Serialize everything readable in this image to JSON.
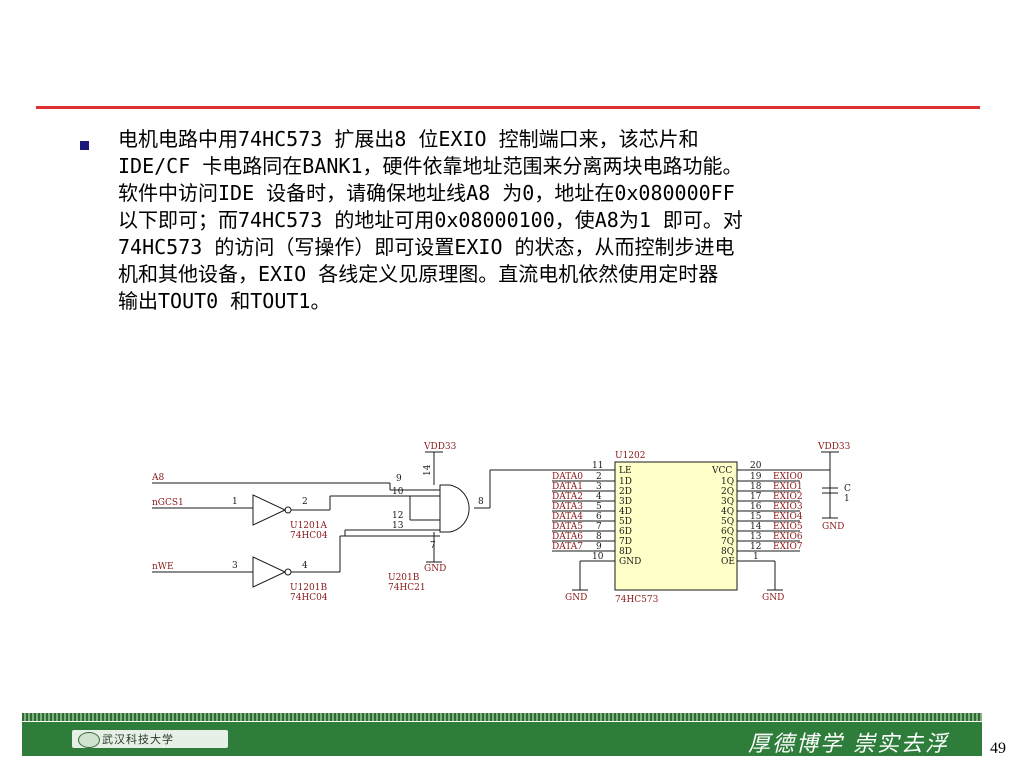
{
  "body": {
    "text": "电机电路中用74HC573 扩展出8 位EXIO 控制端口来，该芯片和\nIDE/CF 卡电路同在BANK1，硬件依靠地址范围来分离两块电路功能。\n软件中访问IDE 设备时，请确保地址线A8 为0，地址在0x080000FF\n以下即可；而74HC573 的地址可用0x08000100，使A8为1 即可。对\n74HC573 的访问（写操作）即可设置EXIO 的状态，从而控制步进电\n机和其他设备，EXIO 各线定义见原理图。直流电机依然使用定时器\n输出TOUT0 和TOUT1。"
  },
  "schematic": {
    "inputs": [
      "A8",
      "nGCS1",
      "nWE"
    ],
    "vdd": "VDD33",
    "gnd": "GND",
    "u1202_label": "U1202",
    "u1202_part": "74HC573",
    "u1202_left_pins": [
      "LE",
      "1D",
      "2D",
      "3D",
      "4D",
      "5D",
      "6D",
      "7D",
      "8D",
      "GND"
    ],
    "u1202_left_nums": [
      "11",
      "2",
      "3",
      "4",
      "5",
      "6",
      "7",
      "8",
      "9",
      "10"
    ],
    "u1202_right_pins": [
      "VCC",
      "1Q",
      "2Q",
      "3Q",
      "4Q",
      "5Q",
      "6Q",
      "7Q",
      "8Q",
      "OE"
    ],
    "u1202_right_nums": [
      "20",
      "19",
      "18",
      "17",
      "16",
      "15",
      "14",
      "13",
      "12",
      "1"
    ],
    "data_nets": [
      "DATA0",
      "DATA1",
      "DATA2",
      "DATA3",
      "DATA4",
      "DATA5",
      "DATA6",
      "DATA7"
    ],
    "exio_nets": [
      "EXIO0",
      "EXIO1",
      "EXIO2",
      "EXIO3",
      "EXIO4",
      "EXIO5",
      "EXIO6",
      "EXIO7"
    ],
    "inv_a": {
      "label": "U1201A",
      "part": "74HC04",
      "in_pin": "1",
      "out_pin": "2"
    },
    "inv_b": {
      "label": "U1201B",
      "part": "74HC04",
      "in_pin": "3",
      "out_pin": "4"
    },
    "nand": {
      "label": "U201B",
      "part": "74HC21",
      "pins": [
        "9",
        "10",
        "12",
        "13"
      ],
      "out_pin": "8",
      "vcc_pin": "14",
      "gnd_pin": "7"
    },
    "cap": {
      "label": "C",
      "value": "1"
    }
  },
  "footer": {
    "logo_text": "武汉科技大学",
    "motto": "厚德博学  崇实去浮",
    "page_number": "49"
  },
  "colors": {
    "rule": "#e03030",
    "footer": "#2e7d3a",
    "chip_fill": "#ffffc8",
    "net_label": "#8a1a1a"
  }
}
